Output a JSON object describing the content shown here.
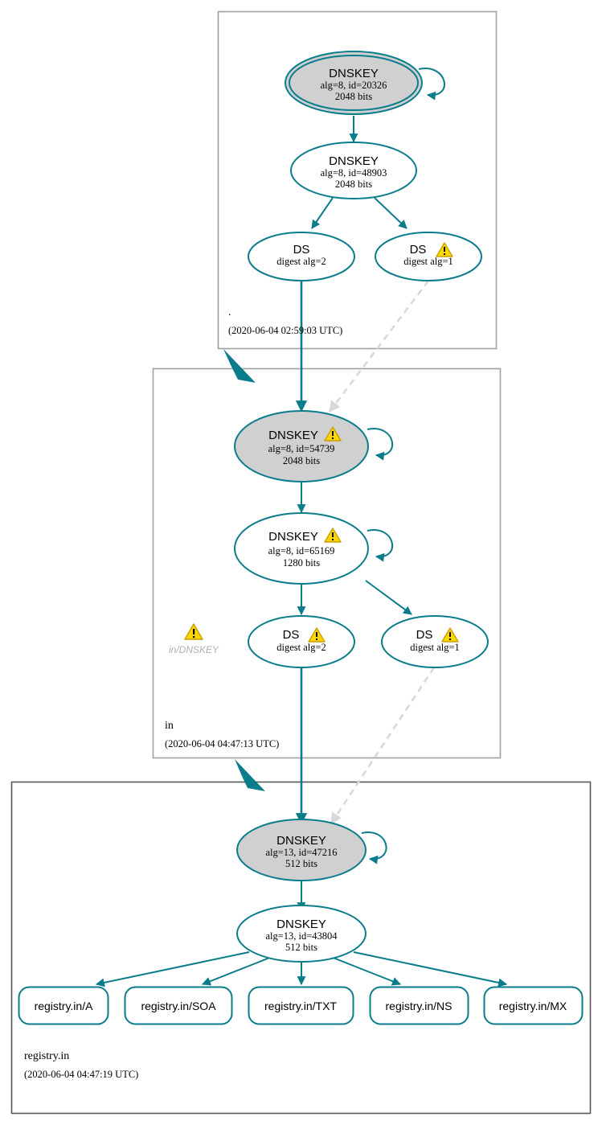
{
  "diagram": {
    "type": "dnssec-authentication-chain",
    "colors": {
      "accent": "#0a7c8c",
      "secure_key_fill": "#d0d0d0",
      "zone_border_light": "#a0a0a0",
      "zone_border_dark": "#585858",
      "invalid_edge": "#d8d8d8",
      "warning_fill": "#ffd700",
      "error_text": "#b0b0b0"
    }
  },
  "zones": [
    {
      "id": "root",
      "name": ".",
      "timestamp": "(2020-06-04 02:59:03 UTC)",
      "nodes": [
        {
          "id": "root-ksk",
          "kind": "DNSKEY",
          "title": "DNSKEY",
          "line2": "alg=8, id=20326",
          "line3": "2048 bits",
          "warning": false,
          "trust_anchor": true,
          "filled": true
        },
        {
          "id": "root-zsk",
          "kind": "DNSKEY",
          "title": "DNSKEY",
          "line2": "alg=8, id=48903",
          "line3": "2048 bits",
          "warning": false,
          "trust_anchor": false,
          "filled": false
        },
        {
          "id": "root-ds-2",
          "kind": "DS",
          "title": "DS",
          "line2": "digest alg=2",
          "line3": "",
          "warning": false,
          "filled": false
        },
        {
          "id": "root-ds-1",
          "kind": "DS",
          "title": "DS",
          "line2": "digest alg=1",
          "line3": "",
          "warning": true,
          "filled": false
        }
      ]
    },
    {
      "id": "in",
      "name": "in",
      "timestamp": "(2020-06-04 04:47:13 UTC)",
      "error_label": "in/DNSKEY",
      "nodes": [
        {
          "id": "in-ksk",
          "kind": "DNSKEY",
          "title": "DNSKEY",
          "line2": "alg=8, id=54739",
          "line3": "2048 bits",
          "warning": true,
          "trust_anchor": false,
          "filled": true
        },
        {
          "id": "in-zsk",
          "kind": "DNSKEY",
          "title": "DNSKEY",
          "line2": "alg=8, id=65169",
          "line3": "1280 bits",
          "warning": true,
          "trust_anchor": false,
          "filled": false
        },
        {
          "id": "in-ds-2",
          "kind": "DS",
          "title": "DS",
          "line2": "digest alg=2",
          "line3": "",
          "warning": true,
          "filled": false
        },
        {
          "id": "in-ds-1",
          "kind": "DS",
          "title": "DS",
          "line2": "digest alg=1",
          "line3": "",
          "warning": true,
          "filled": false
        }
      ]
    },
    {
      "id": "registry-in",
      "name": "registry.in",
      "timestamp": "(2020-06-04 04:47:19 UTC)",
      "nodes": [
        {
          "id": "reg-ksk",
          "kind": "DNSKEY",
          "title": "DNSKEY",
          "line2": "alg=13, id=47216",
          "line3": "512 bits",
          "warning": false,
          "trust_anchor": false,
          "filled": true
        },
        {
          "id": "reg-zsk",
          "kind": "DNSKEY",
          "title": "DNSKEY",
          "line2": "alg=13, id=43804",
          "line3": "512 bits",
          "warning": false,
          "trust_anchor": false,
          "filled": false
        }
      ],
      "rrsets": [
        {
          "id": "rr-a",
          "label": "registry.in/A"
        },
        {
          "id": "rr-soa",
          "label": "registry.in/SOA"
        },
        {
          "id": "rr-txt",
          "label": "registry.in/TXT"
        },
        {
          "id": "rr-ns",
          "label": "registry.in/NS"
        },
        {
          "id": "rr-mx",
          "label": "registry.in/MX"
        }
      ]
    }
  ],
  "icons": {
    "warning": "warning-triangle-icon",
    "delegation_arrow": "delegation-arrow-icon"
  }
}
